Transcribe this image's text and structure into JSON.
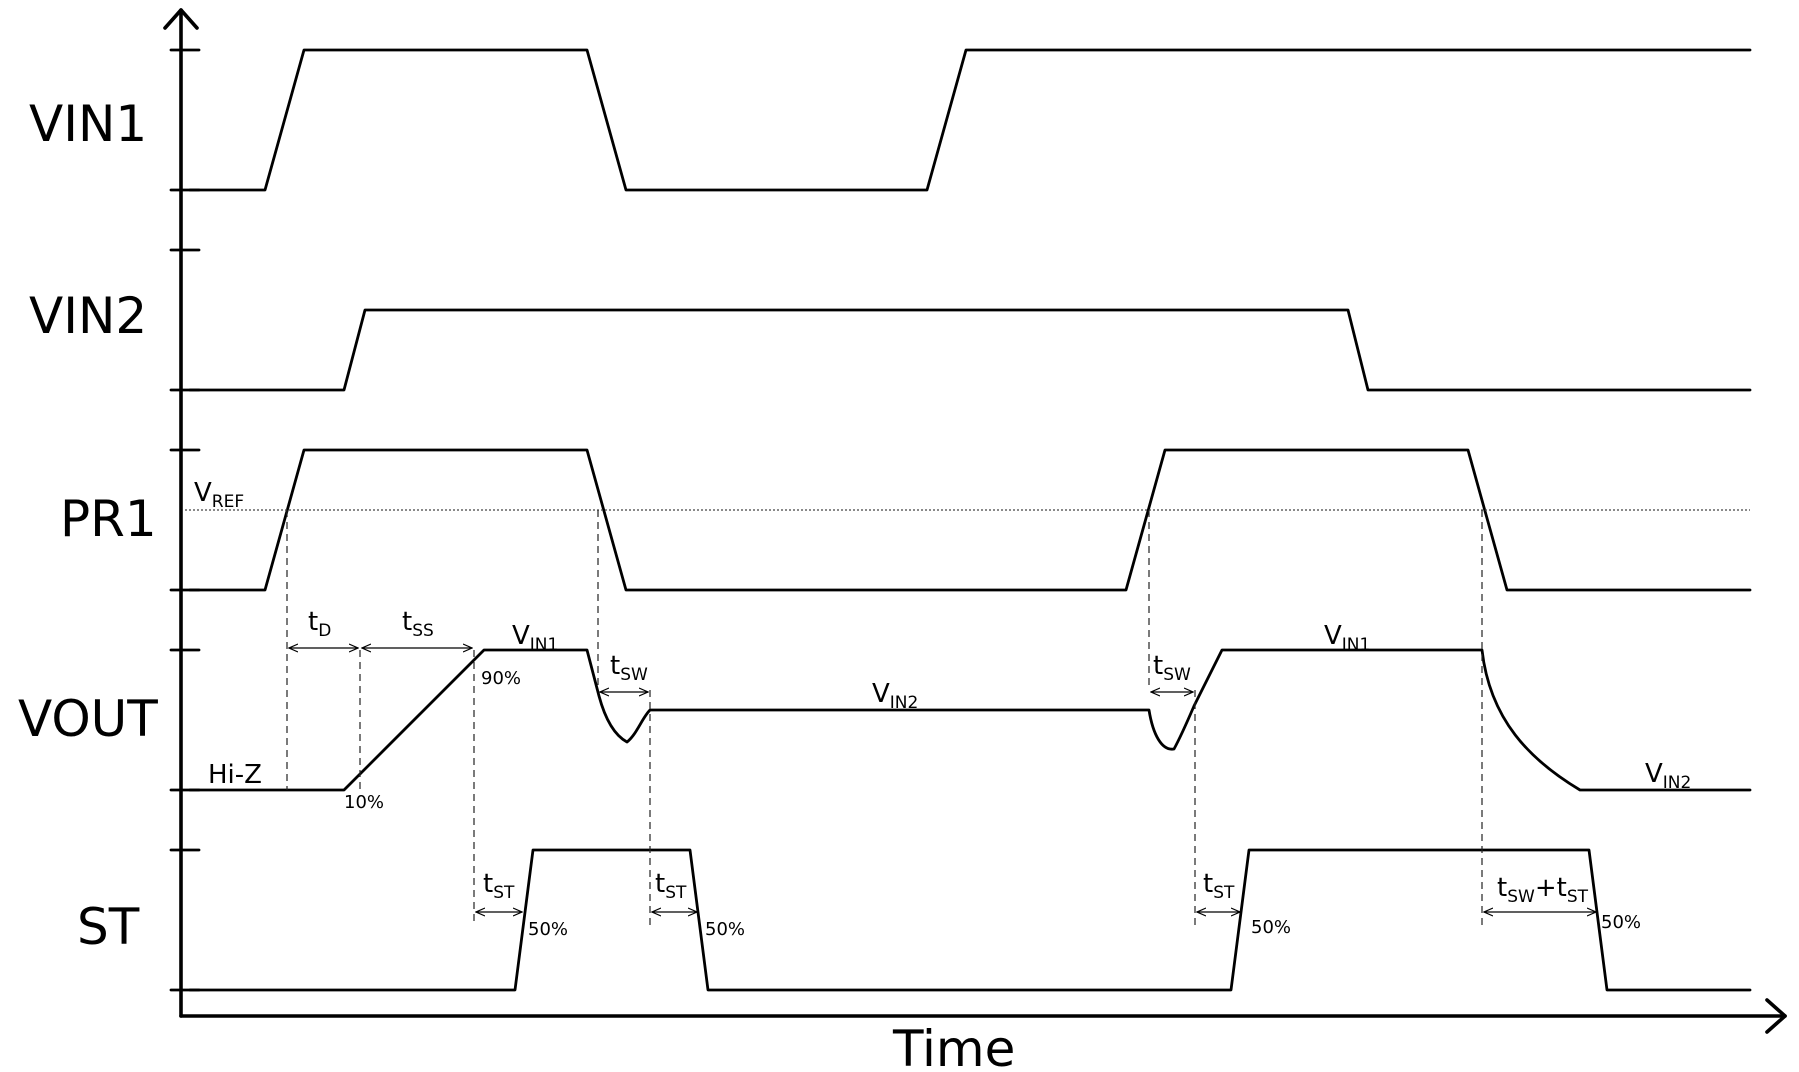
{
  "diagram": {
    "x_axis_label": "Time",
    "signals": [
      {
        "id": "vin1",
        "label": "VIN1"
      },
      {
        "id": "vin2",
        "label": "VIN2"
      },
      {
        "id": "pr1",
        "label": "PR1"
      },
      {
        "id": "vout",
        "label": "VOUT"
      },
      {
        "id": "st",
        "label": "ST"
      }
    ],
    "reference_label": {
      "main": "V",
      "sub": "REF"
    },
    "vout_labels": {
      "hi_z": "Hi-Z",
      "vin1": {
        "main": "V",
        "sub": "IN1"
      },
      "vin2": {
        "main": "V",
        "sub": "IN2"
      }
    },
    "timing_labels": {
      "t_d": {
        "main": "t",
        "sub": "D"
      },
      "t_ss": {
        "main": "t",
        "sub": "SS"
      },
      "t_sw": {
        "main": "t",
        "sub": "SW"
      },
      "t_st": {
        "main": "t",
        "sub": "ST"
      },
      "t_sw_plus_t_st": {
        "main1": "t",
        "sub1": "SW",
        "plus": "+",
        "main2": "t",
        "sub2": "ST"
      }
    },
    "percent_labels": {
      "p10": "10%",
      "p90": "90%",
      "p50": "50%"
    }
  }
}
